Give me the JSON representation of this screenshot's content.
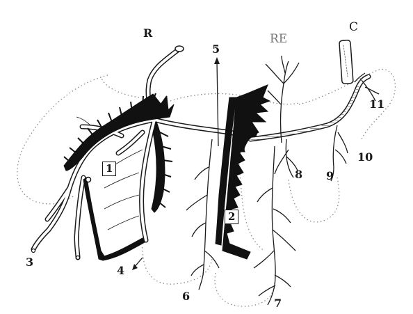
{
  "diagram": {
    "labels": {
      "R": "R",
      "RE": "RE",
      "C": "C",
      "n1": "1",
      "n2": "2",
      "n3": "3",
      "n4": "4",
      "n5": "5",
      "n6": "6",
      "n7": "7",
      "n8": "8",
      "n9": "9",
      "n10": "10",
      "n11": "11"
    },
    "colors": {
      "ink": "#1a1a1a",
      "vessel_fill": "#ffffff",
      "outline_dotted": "#8a8a8a",
      "label_gray": "#777777"
    }
  }
}
